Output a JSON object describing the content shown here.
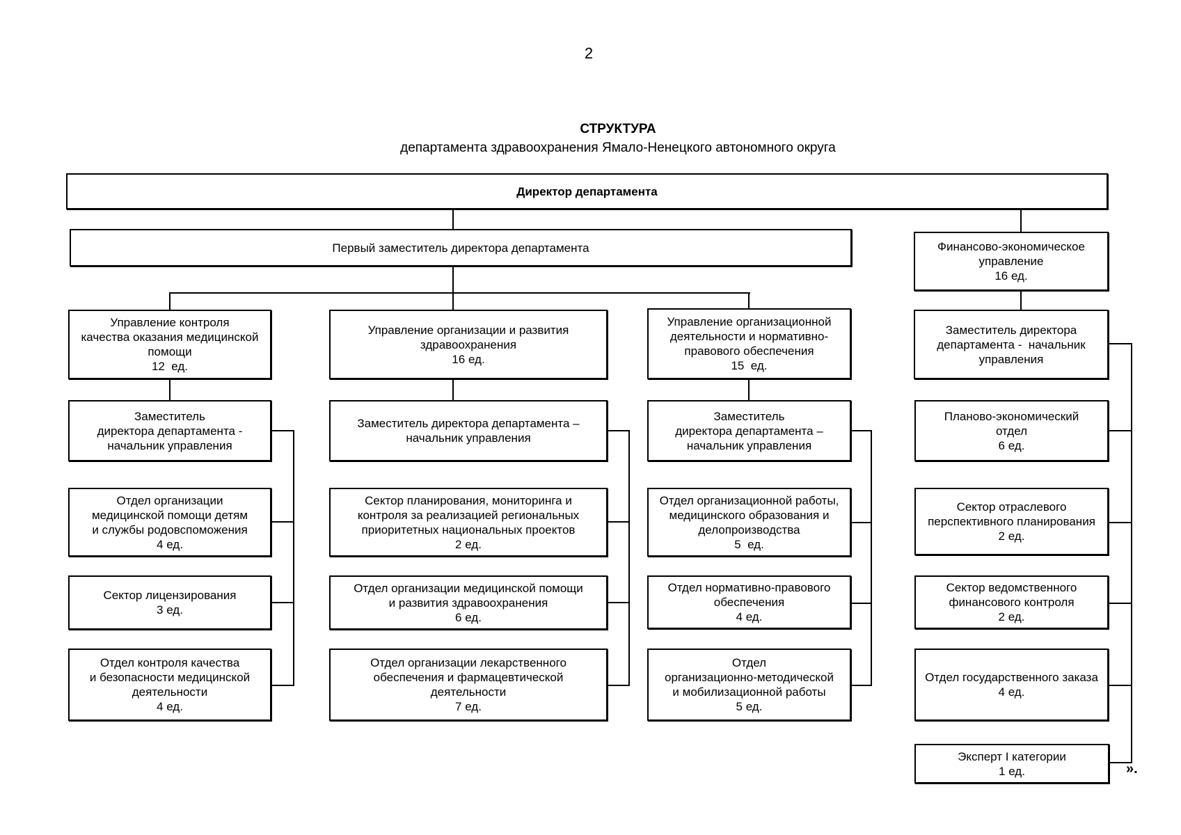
{
  "page": {
    "number": "2",
    "closing_mark": "»."
  },
  "title": {
    "line1": "СТРУКТУРА",
    "line2": "департамента здравоохранения Ямало-Ненецкого автономного округа"
  },
  "org": {
    "director": {
      "label": "Директор департамента"
    },
    "first_deputy": {
      "label": "Первый заместитель директора департамента"
    },
    "columns": [
      {
        "head": {
          "label": "Управление контроля\nкачества оказания медицинской\nпомощи",
          "units": "12  ед."
        },
        "deputy": {
          "label": "Заместитель\nдиректора департамента -\nначальник управления"
        },
        "children": [
          {
            "label": "Отдел организации\nмедицинской помощи детям\nи службы родовспоможения",
            "units": "4 ед."
          },
          {
            "label": "Сектор лицензирования",
            "units": "3 ед."
          },
          {
            "label": "Отдел контроля качества\nи безопасности медицинской\nдеятельности",
            "units": "4 ед."
          }
        ]
      },
      {
        "head": {
          "label": "Управление организации и развития\nздравоохранения",
          "units": "16 ед."
        },
        "deputy": {
          "label": "Заместитель директора департамента –\nначальник управления"
        },
        "children": [
          {
            "label": "Сектор планирования, мониторинга и\nконтроля за реализацией региональных\nприоритетных национальных проектов",
            "units": "2 ед."
          },
          {
            "label": "Отдел организации медицинской помощи\nи развития здравоохранения",
            "units": "6 ед."
          },
          {
            "label": "Отдел организации лекарственного\nобеспечения и фармацевтической\nдеятельности",
            "units": "7 ед."
          }
        ]
      },
      {
        "head": {
          "label": "Управление организационной\nдеятельности и нормативно-\nправового обеспечения",
          "units": "15  ед."
        },
        "deputy": {
          "label": "Заместитель\nдиректора департамента –\nначальник управления"
        },
        "children": [
          {
            "label": "Отдел организационной работы,\nмедицинского образования и\nделопроизводства",
            "units": "5  ед."
          },
          {
            "label": "Отдел нормативно-правового\nобеспечения",
            "units": "4 ед."
          },
          {
            "label": "Отдел\nорганизационно-методической\nи мобилизационной работы",
            "units": "5 ед."
          }
        ]
      },
      {
        "head": {
          "label": "Финансово-экономическое\nуправление",
          "units": "16 ед."
        },
        "deputy": {
          "label": "Заместитель директора\nдепартамента -  начальник\nуправления"
        },
        "children": [
          {
            "label": "Планово-экономический\nотдел",
            "units": "6 ед."
          },
          {
            "label": "Сектор отраслевого\nперспективного планирования",
            "units": "2 ед."
          },
          {
            "label": "Сектор ведомственного\nфинансового контроля",
            "units": "2 ед."
          },
          {
            "label": "Отдел государственного заказа",
            "units": "4 ед."
          },
          {
            "label": "Эксперт I категории",
            "units": "1 ед."
          }
        ]
      }
    ]
  }
}
